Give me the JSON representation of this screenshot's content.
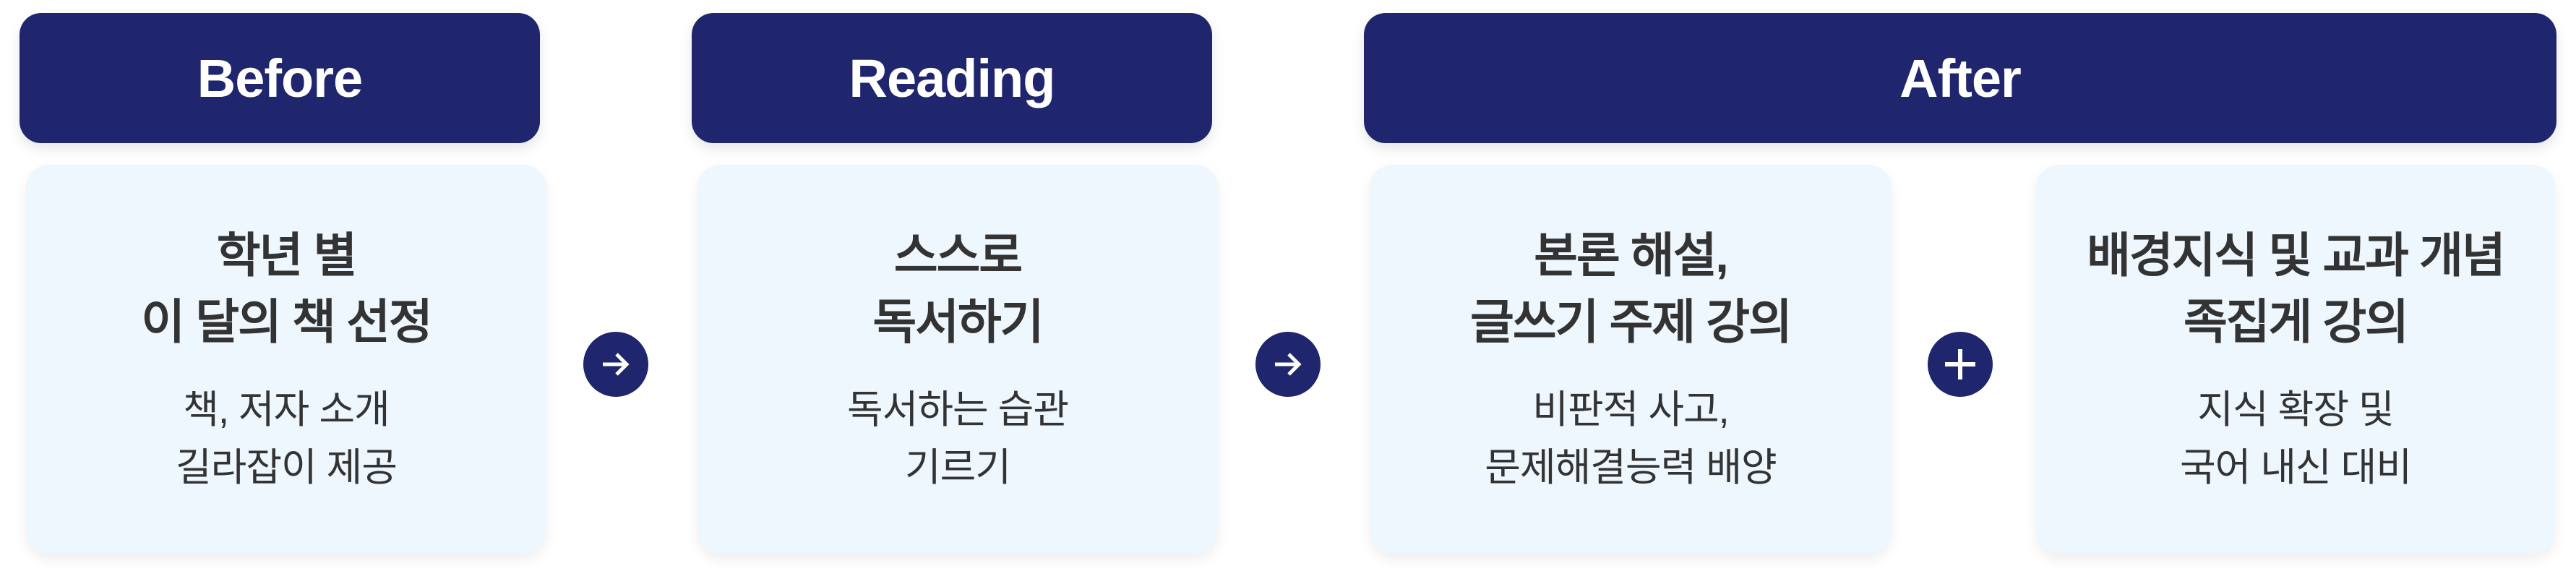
{
  "colors": {
    "accent": "#1f266e",
    "card_bg": "#eef6fe",
    "text": "#333333",
    "header_text": "#ffffff"
  },
  "headers": [
    {
      "label": "Before"
    },
    {
      "label": "Reading"
    },
    {
      "label": "After"
    }
  ],
  "cards": [
    {
      "title": "학년 별\n이 달의 책 선정",
      "description": "책, 저자 소개\n길라잡이 제공"
    },
    {
      "title": "스스로\n독서하기",
      "description": "독서하는 습관\n기르기"
    },
    {
      "title": "본론 해설,\n글쓰기 주제 강의",
      "description": "비판적 사고,\n문제해결능력 배양"
    },
    {
      "title": "배경지식 및 교과 개념\n족집게 강의",
      "description": "지식 확장 및\n국어 내신 대비"
    }
  ],
  "connectors": [
    {
      "icon": "arrow-right-icon"
    },
    {
      "icon": "arrow-right-icon"
    },
    {
      "icon": "plus-icon"
    }
  ]
}
